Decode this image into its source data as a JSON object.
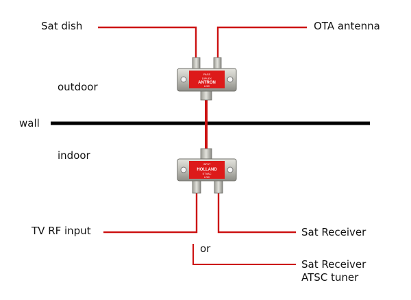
{
  "labels": {
    "sat_dish": "Sat dish",
    "ota_antenna": "OTA antenna",
    "outdoor": "outdoor",
    "wall": "wall",
    "indoor": "indoor",
    "tv_rf_input": "TV RF input",
    "sat_receiver": "Sat Receiver",
    "or": "or",
    "sat_receiver_atsc_line1": "Sat Receiver",
    "sat_receiver_atsc_line2": "ATSC tuner"
  },
  "devices": {
    "top_diplexer": {
      "line1": "PASS",
      "line2": "DIPLEX",
      "brand": "ANTRON",
      "line3": "LOW"
    },
    "bottom_diplexer": {
      "line1": "INPUT",
      "brand": "HOLLAND",
      "line2": "STVAC",
      "line3": "LOW"
    }
  },
  "colors": {
    "wire": "#cc1111",
    "wall": "#000000",
    "device_label": "#dd1a1a",
    "device_body": "#b9b9b2"
  }
}
